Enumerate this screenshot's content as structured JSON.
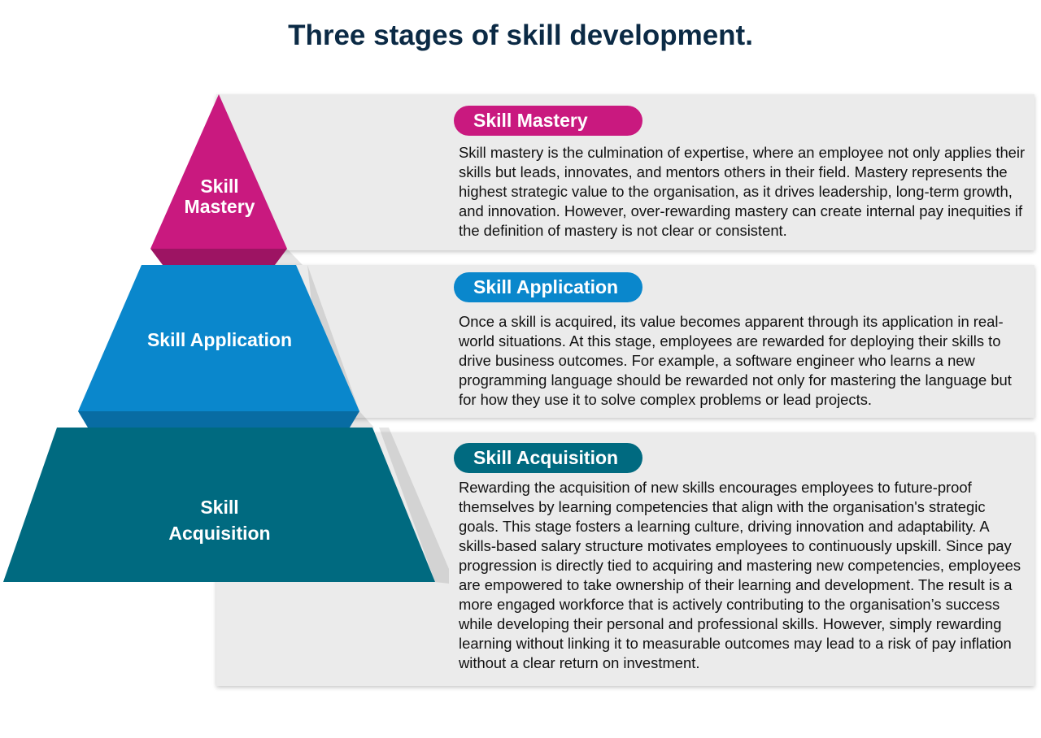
{
  "title": "Three stages of skill development.",
  "colors": {
    "mastery": "#c9197f",
    "application": "#0a87cc",
    "acquisition": "#006a80",
    "panel": "#ebebeb",
    "title": "#0b2a45"
  },
  "stages": [
    {
      "pyramid_label": "Skill\nMastery",
      "pill_label": "Skill Mastery",
      "description": "Skill mastery is the culmination of expertise, where an employee not only applies their skills but leads, innovates, and mentors others in their field. Mastery represents the highest strategic value to the organisation, as it drives leadership, long-term growth, and innovation. However, over-rewarding mastery can create internal pay inequities if the definition of mastery is not clear or consistent."
    },
    {
      "pyramid_label": "Skill Application",
      "pill_label": "Skill Application",
      "description": "Once a skill is acquired, its value becomes apparent through its application in real-world situations. At this stage, employees are rewarded for deploying their skills to drive business outcomes. For example, a software engineer who learns a new programming language should be rewarded not only for mastering the language but for how they use it to solve complex problems or lead projects."
    },
    {
      "pyramid_label": "Skill\nAcquisition",
      "pill_label": "Skill Acquisition",
      "description": "Rewarding the acquisition of new skills encourages employees to future-proof themselves by learning competencies that align with the organisation's strategic goals. This stage fosters a learning culture, driving innovation and adaptability. A skills-based salary structure motivates employees to continuously upskill. Since pay progression is directly tied to acquiring and mastering new competencies, employees are empowered to take ownership of their learning and development. The result is a more engaged workforce that is actively contributing to the organisation’s success while developing their personal and professional skills. However, simply rewarding learning without linking it to measurable outcomes may lead to a risk of pay inflation without a clear return on investment."
    }
  ]
}
